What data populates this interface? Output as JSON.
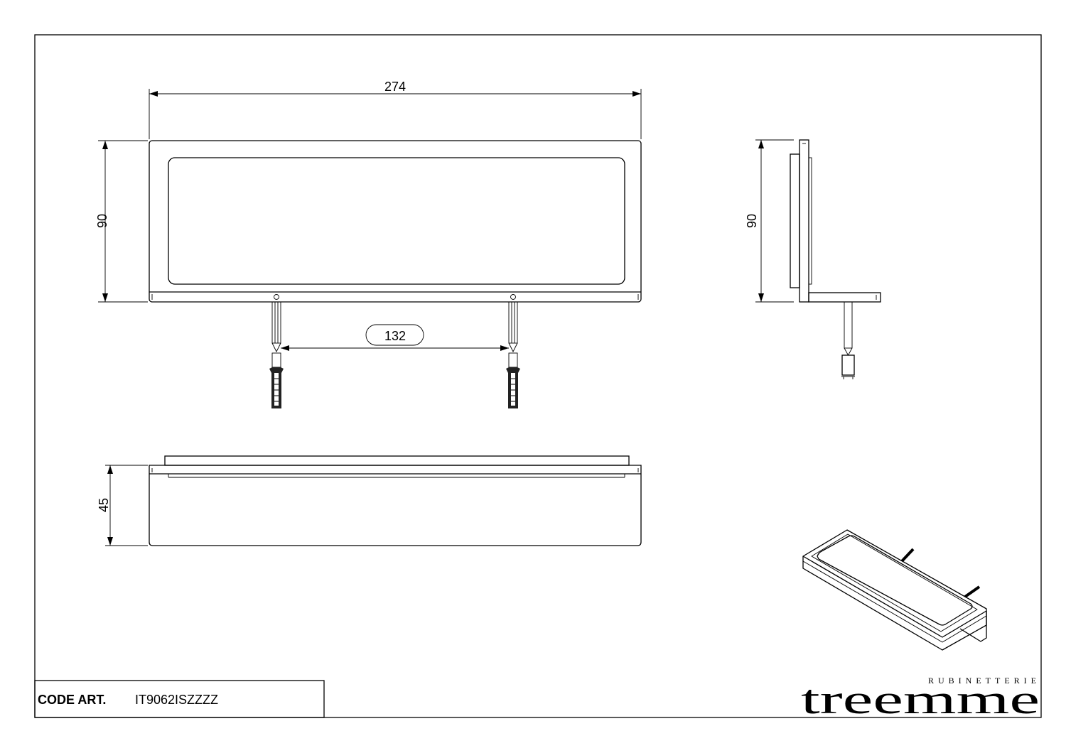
{
  "drawing": {
    "dimensions": {
      "width": "274",
      "height_front": "90",
      "height_side": "90",
      "depth": "45",
      "fixing_distance": "132"
    }
  },
  "title_block": {
    "code_label": "CODE ART.",
    "code_value": "IT9062ISZZZZ"
  },
  "logo": {
    "brand": "treemme",
    "subtitle": "RUBINETTERIE"
  }
}
